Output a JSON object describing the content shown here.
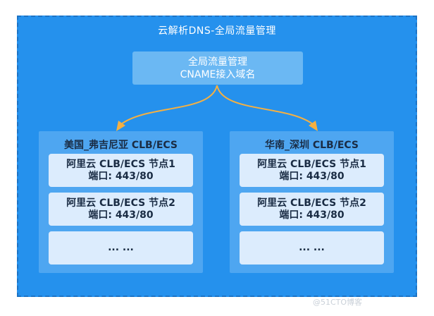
{
  "outer": {
    "title": "云解析DNS-全局流量管理"
  },
  "top_node": {
    "line1": "全局流量管理",
    "line2": "CNAME接入域名"
  },
  "regions": [
    {
      "title": "美国_弗吉尼亚 CLB/ECS",
      "nodes": [
        {
          "line1": "阿里云 CLB/ECS 节点1",
          "line2": "端口: 443/80"
        },
        {
          "line1": "阿里云 CLB/ECS 节点2",
          "line2": "端口: 443/80"
        },
        {
          "line1": "... ...",
          "line2": ""
        }
      ]
    },
    {
      "title": "华南_深圳 CLB/ECS",
      "nodes": [
        {
          "line1": "阿里云 CLB/ECS 节点1",
          "line2": "端口: 443/80"
        },
        {
          "line1": "阿里云 CLB/ECS 节点2",
          "line2": "端口: 443/80"
        },
        {
          "line1": "... ...",
          "line2": ""
        }
      ]
    }
  ],
  "colors": {
    "background": "#2591ed",
    "top_node": "#6bb8f3",
    "region": "#4ea6f1",
    "node": "#dcecfd",
    "arrow": "#f5b042"
  },
  "watermark": "@51CTO博客"
}
